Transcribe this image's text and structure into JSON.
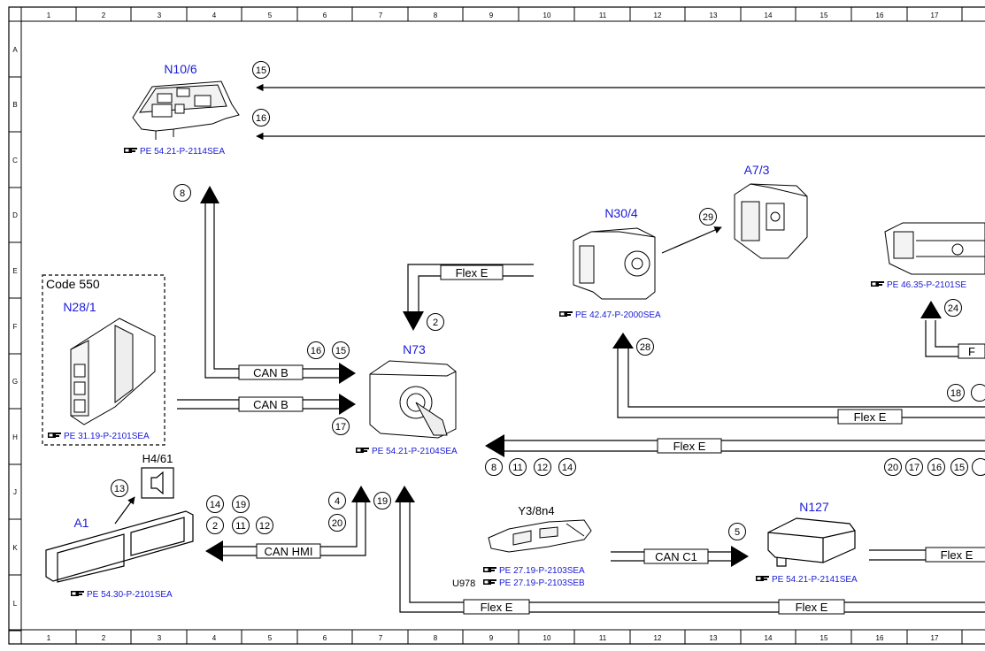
{
  "grid": {
    "cols": [
      "1",
      "2",
      "3",
      "4",
      "5",
      "6",
      "7",
      "8",
      "9",
      "10",
      "11",
      "12",
      "13",
      "14",
      "15",
      "16",
      "17"
    ],
    "rows": [
      "A",
      "B",
      "C",
      "D",
      "E",
      "F",
      "G",
      "H",
      "J",
      "K",
      "L"
    ]
  },
  "components": {
    "n10_6": {
      "label": "N10/6",
      "ref": "PE 54.21-P-2114SEA"
    },
    "code_box": {
      "label": "Code 550"
    },
    "n28_1": {
      "label": "N28/1",
      "ref": "PE 31.19-P-2101SEA"
    },
    "n73": {
      "label": "N73",
      "ref": "PE 54.21-P-2104SEA"
    },
    "n30_4": {
      "label": "N30/4",
      "ref": "PE 42.47-P-2000SEA"
    },
    "a7_3": {
      "label": "A7/3"
    },
    "right_unit": {
      "ref": "PE 46.35-P-2101SE"
    },
    "h4_61": {
      "label": "H4/61"
    },
    "a1": {
      "label": "A1",
      "ref": "PE 54.30-P-2101SEA"
    },
    "y3_8n4": {
      "label": "Y3/8n4",
      "ref1": "PE 27.19-P-2103SEA",
      "ref2": "PE 27.19-P-2103SEB",
      "prefix2": "U978"
    },
    "n127": {
      "label": "N127",
      "ref": "PE 54.21-P-2141SEA"
    }
  },
  "buses": {
    "flex_e_top": "Flex E",
    "can_b_1": "CAN B",
    "can_b_2": "CAN B",
    "flex_e_mid": "Flex E",
    "flex_e_h": "Flex E",
    "can_hmi": "CAN HMI",
    "can_c1": "CAN C1",
    "flex_e_right": "Flex E",
    "flex_e_bot1": "Flex E",
    "flex_e_bot2": "Flex E",
    "f_partial": "F"
  },
  "signals": {
    "s15": "15",
    "s16": "16",
    "s8": "8",
    "s2": "2",
    "s16b": "16",
    "s15b": "15",
    "s17": "17",
    "s29": "29",
    "s28": "28",
    "s24": "24",
    "s18": "18",
    "h8": "8",
    "h11": "11",
    "h12": "12",
    "h14": "14",
    "r20": "20",
    "r17": "17",
    "r16": "16",
    "r15": "15",
    "s13": "13",
    "a14": "14",
    "a19": "19",
    "a2": "2",
    "a11": "11",
    "a12": "12",
    "s4": "4",
    "s20": "20",
    "s19": "19",
    "s5": "5"
  },
  "ref_icon": "hand-pointer-icon"
}
